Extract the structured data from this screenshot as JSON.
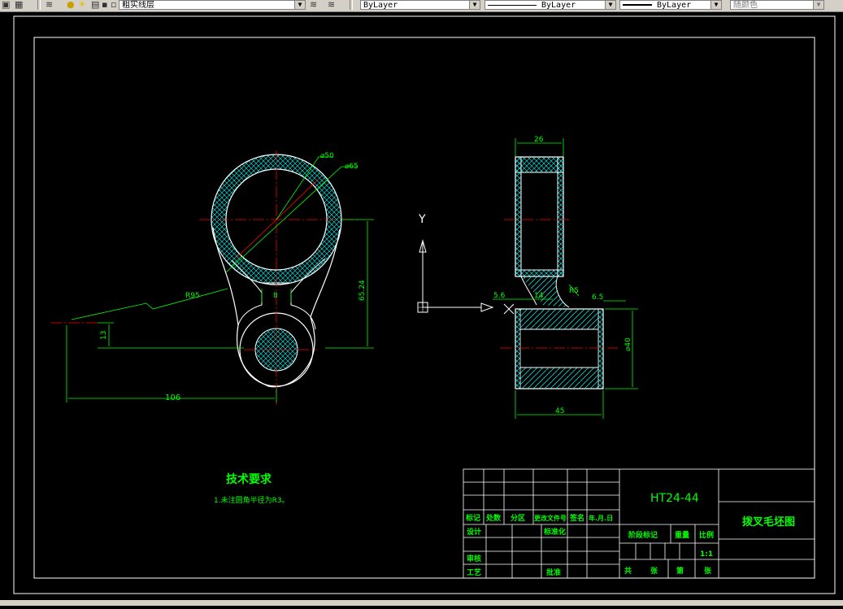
{
  "toolbar": {
    "layer_name": "粗实线层",
    "color_combo": "ByLayer",
    "linetype_combo": "ByLayer",
    "lineweight_combo": "ByLayer",
    "plotstyle_combo": "随颜色"
  },
  "icons": [
    "layers-icon",
    "lightbulb-icon",
    "sun-icon",
    "lock-icon",
    "color-swatch-icon",
    "layer-previous-icon",
    "layer-properties-icon"
  ],
  "drawing": {
    "dims_front": {
      "d50": "⌀50",
      "d65": "⌀65",
      "r95": "R95",
      "w8": "8",
      "h13": "13",
      "l106": "106",
      "h6524": "65.24"
    },
    "dims_side": {
      "w26": "26",
      "a56": "5.6",
      "b14": "14",
      "r5": "R5",
      "c65": "6.5",
      "d40": "⌀40",
      "l45": "45"
    },
    "ucs_y": "Y",
    "notes_title": "技术要求",
    "notes_line": "1.未注圆角半径为R3。"
  },
  "title_block": {
    "drawing_no": "HT24-44",
    "part_name": "拨叉毛坯图",
    "scale": "1:1",
    "h_mark": "标记",
    "h_count": "处数",
    "h_zone": "分区",
    "h_docno": "更改文件号",
    "h_sign": "签名",
    "h_date": "年.月.日",
    "r_design": "设计",
    "r_std": "标准化",
    "r_review": "审核",
    "r_process": "工艺",
    "r_approve": "批准",
    "stage_mark": "阶段标记",
    "weight": "重量",
    "ratio": "比例",
    "total": "共",
    "sheets1": "张",
    "page": "第",
    "sheets2": "张"
  },
  "colors": {
    "outline": "#ffffff",
    "dimension": "#00ff00",
    "centerline": "#ff0000",
    "hatch": "#00ffff",
    "canvas": "#000000"
  }
}
